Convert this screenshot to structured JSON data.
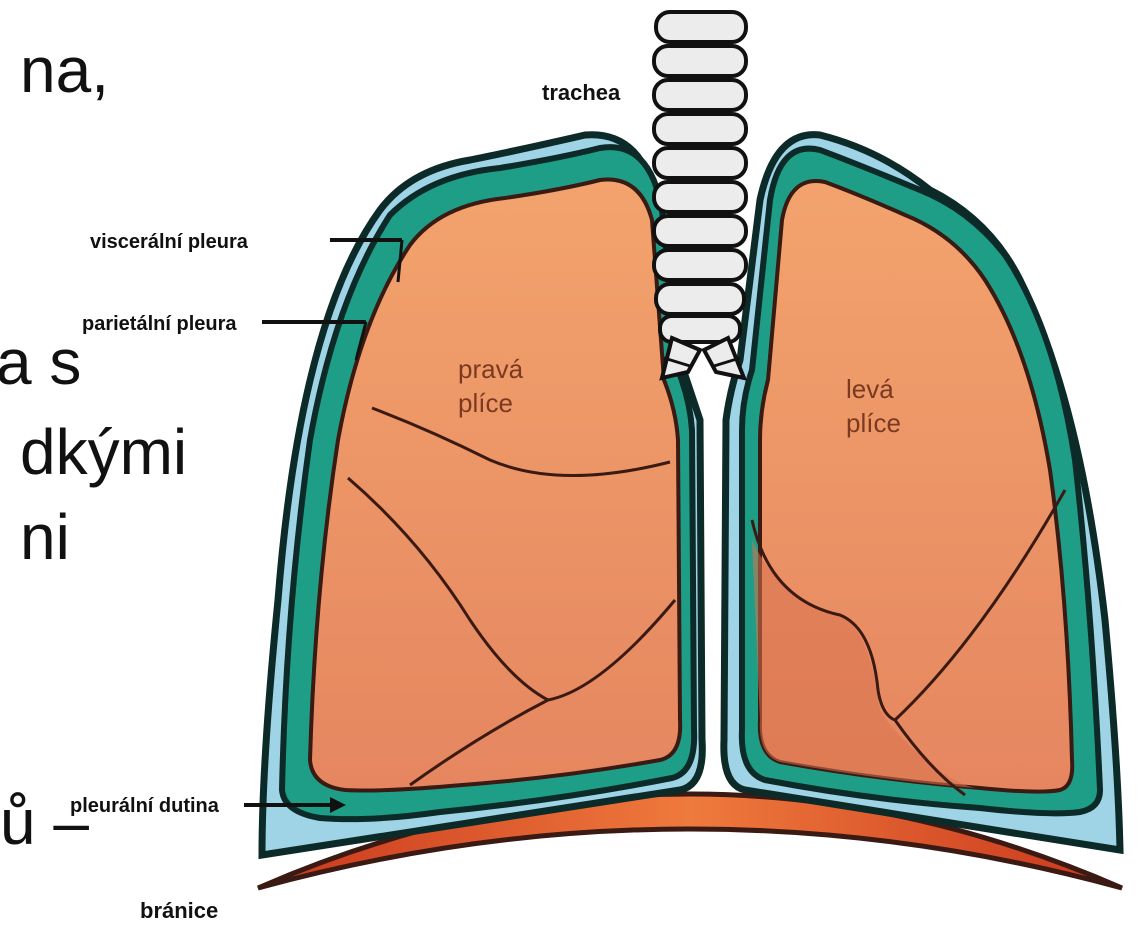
{
  "slide_fragments": [
    "na,",
    "a s",
    "dkými",
    "ni",
    "ů –"
  ],
  "labels": {
    "trachea": "trachea",
    "visceral_pleura": "viscerální pleura",
    "parietal_pleura": "parietální pleura",
    "right_lung": [
      "pravá",
      "plíce"
    ],
    "left_lung": [
      "levá",
      "plíce"
    ],
    "pleural_cavity": "pleurální dutina",
    "diaphragm": "bránice"
  },
  "colors": {
    "pleura": "#1e9e87",
    "pleura_outline": "#0c2a28",
    "lung": "#ee9466",
    "lung_dark": "#d8734f",
    "cavity": "#9fd3e6",
    "diaphragm": "#d8492a",
    "trachea": "#e9e9e9"
  }
}
